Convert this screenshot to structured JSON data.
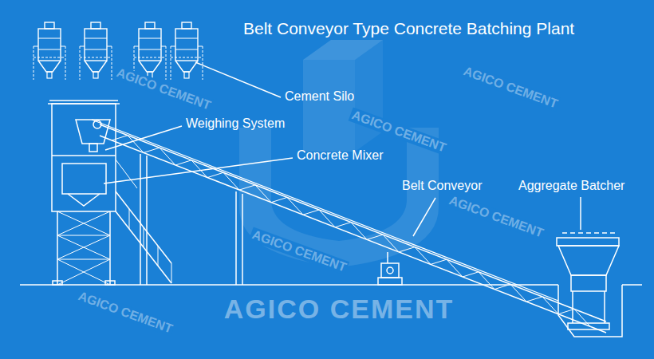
{
  "diagram": {
    "title": "Belt Conveyor Type Concrete Batching Plant",
    "labels": [
      "Cement Silo",
      "Weighing System",
      "Concrete Mixer",
      "Belt Conveyor",
      "Aggregate Batcher",
      "AGICO CEMENT",
      "AGICO CEMENT",
      "AGICO CEMENT",
      "AGICO CEMENT",
      "AGICO CEMENT",
      "AGICO CEMENT",
      "AGICO CEMENT"
    ]
  }
}
